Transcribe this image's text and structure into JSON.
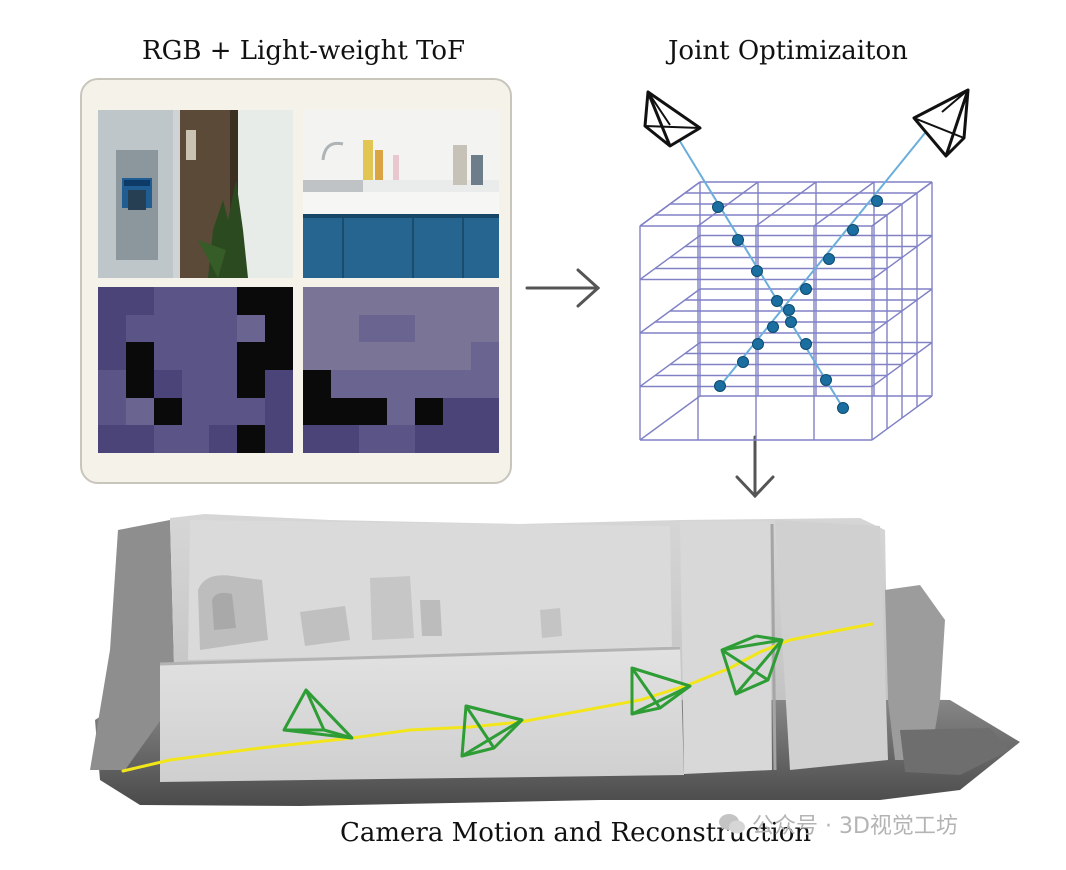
{
  "titles": {
    "input": "RGB + Light-weight ToF",
    "optimization": "Joint Optimizaiton",
    "output": "Camera Motion and Reconstruction"
  },
  "watermark": {
    "text": "公众号 · 3D视觉工坊"
  },
  "colors": {
    "panel_bg": "#f5f2ea",
    "grid_lines": "#7f7fc4",
    "ray": "#6aaedb",
    "sample_points": "#1a6fa0",
    "trajectory": "#f2e61a",
    "camera_frustum": "#2e9d35",
    "tof_low": "#0a0a0a",
    "tof_high": "#7a7596"
  },
  "icons": [
    "camera-frustum-icon",
    "arrow-right-icon",
    "arrow-down-icon",
    "wechat-logo-icon"
  ]
}
